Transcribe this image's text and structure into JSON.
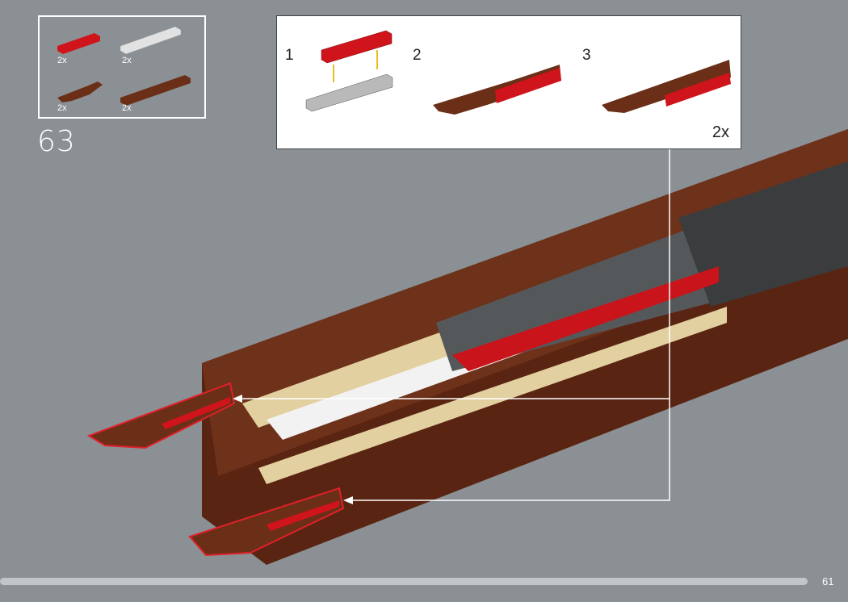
{
  "step": {
    "number": "63"
  },
  "parts_list": [
    {
      "name": "red-plate-1x4",
      "qty": "2x",
      "color": "#d0141b"
    },
    {
      "name": "light-gray-plate-1x6",
      "qty": "2x",
      "color": "#e2e2e2"
    },
    {
      "name": "brown-curved-slope",
      "qty": "2x",
      "color": "#6b2f17"
    },
    {
      "name": "brown-plate-1x8",
      "qty": "2x",
      "color": "#6b2f17"
    }
  ],
  "callout": {
    "substeps": [
      "1",
      "2",
      "3"
    ],
    "multiplier": "2x"
  },
  "page": {
    "number": "61",
    "progress": 0.95
  },
  "colors": {
    "background": "#8b9094",
    "brown": "#6b2f17",
    "tan": "#e4d3a4",
    "red": "#d0141b",
    "gray": "#5b5e61"
  }
}
